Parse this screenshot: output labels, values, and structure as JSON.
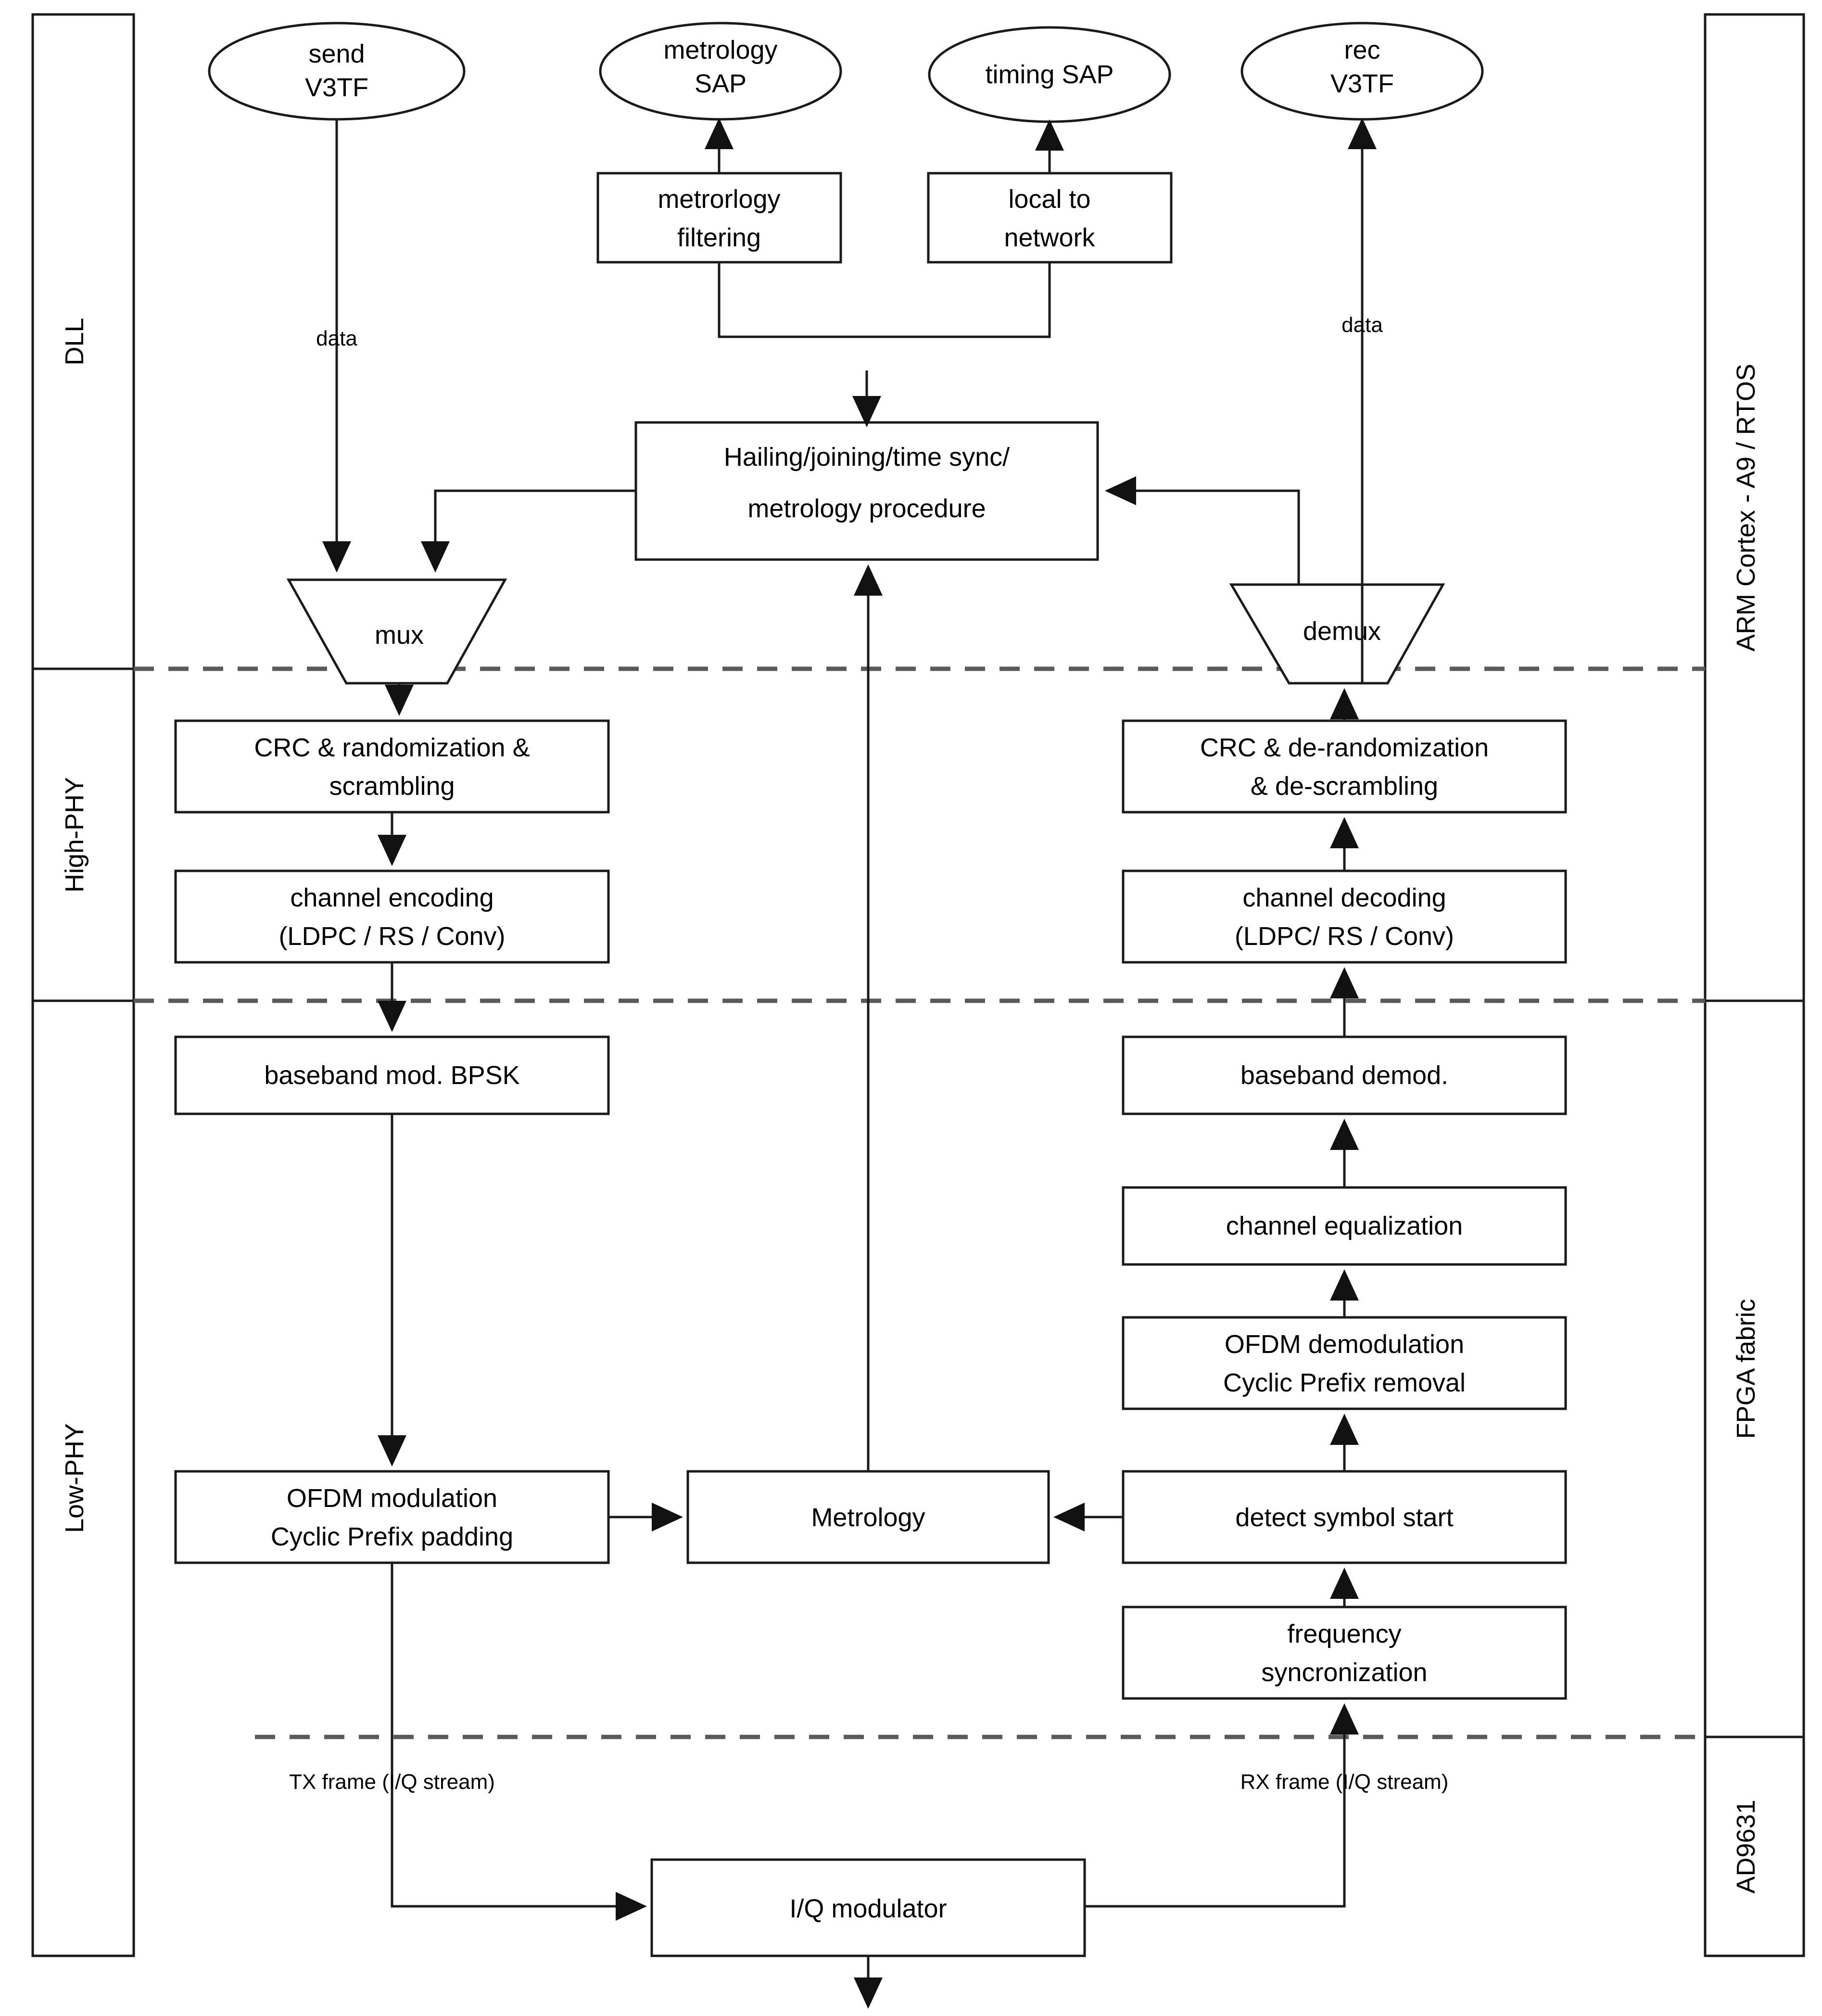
{
  "diagram": {
    "title": "V3TF transceiver DLL / High-PHY / Low-PHY block diagram",
    "colors": {
      "stroke": "#1a1a1a",
      "divider": "#5a5a5a",
      "background": "#ffffff"
    }
  },
  "left_lanes": [
    {
      "id": "dll",
      "label": "DLL"
    },
    {
      "id": "high-phy",
      "label": "High-PHY"
    },
    {
      "id": "low-phy",
      "label": "Low-PHY"
    }
  ],
  "right_lanes": [
    {
      "id": "arm",
      "label": "ARM Cortex - A9 / RTOS"
    },
    {
      "id": "fpga",
      "label": "FPGA fabric"
    },
    {
      "id": "ad9631",
      "label": "AD9631"
    }
  ],
  "endpoints": [
    {
      "id": "send-v3tf",
      "line1": "send",
      "line2": "V3TF"
    },
    {
      "id": "metrology-sap",
      "line1": "metrology",
      "line2": "SAP"
    },
    {
      "id": "timing-sap",
      "line1": "timing SAP",
      "line2": ""
    },
    {
      "id": "rec-v3tf",
      "line1": "rec",
      "line2": "V3TF"
    }
  ],
  "blocks": [
    {
      "id": "metrorlogy-filtering",
      "line1": "metrorlogy",
      "line2": "filtering"
    },
    {
      "id": "local-to-network",
      "line1": "local to",
      "line2": "network"
    },
    {
      "id": "hailing-procedure",
      "line1": "Hailing/joining/time sync/",
      "line2": "metrology procedure"
    },
    {
      "id": "mux",
      "line1": "mux",
      "line2": ""
    },
    {
      "id": "demux",
      "line1": "demux",
      "line2": ""
    },
    {
      "id": "crc-randomization",
      "line1": "CRC & randomization &",
      "line2": "scrambling"
    },
    {
      "id": "channel-encoding",
      "line1": "channel encoding",
      "line2": "(LDPC / RS / Conv)"
    },
    {
      "id": "baseband-mod",
      "line1": "baseband mod. BPSK",
      "line2": ""
    },
    {
      "id": "ofdm-modulation",
      "line1": "OFDM modulation",
      "line2": "Cyclic Prefix padding"
    },
    {
      "id": "metrology",
      "line1": "Metrology",
      "line2": ""
    },
    {
      "id": "crc-derandomization",
      "line1": "CRC & de-randomization",
      "line2": "& de-scrambling"
    },
    {
      "id": "channel-decoding",
      "line1": "channel decoding",
      "line2": "(LDPC/ RS / Conv)"
    },
    {
      "id": "baseband-demod",
      "line1": "baseband demod.",
      "line2": ""
    },
    {
      "id": "channel-equalization",
      "line1": "channel equalization",
      "line2": ""
    },
    {
      "id": "ofdm-demodulation",
      "line1": "OFDM demodulation",
      "line2": "Cyclic Prefix removal"
    },
    {
      "id": "detect-symbol-start",
      "line1": "detect symbol start",
      "line2": ""
    },
    {
      "id": "frequency-sync",
      "line1": "frequency",
      "line2": "syncronization"
    },
    {
      "id": "iq-modulator",
      "line1": "I/Q modulator",
      "line2": ""
    }
  ],
  "edge_labels": [
    {
      "id": "tx-data",
      "text": "data"
    },
    {
      "id": "rx-data",
      "text": "data"
    },
    {
      "id": "tx-frame",
      "text": "TX frame (I/Q stream)"
    },
    {
      "id": "rx-frame",
      "text": "RX frame (I/Q stream)"
    }
  ]
}
